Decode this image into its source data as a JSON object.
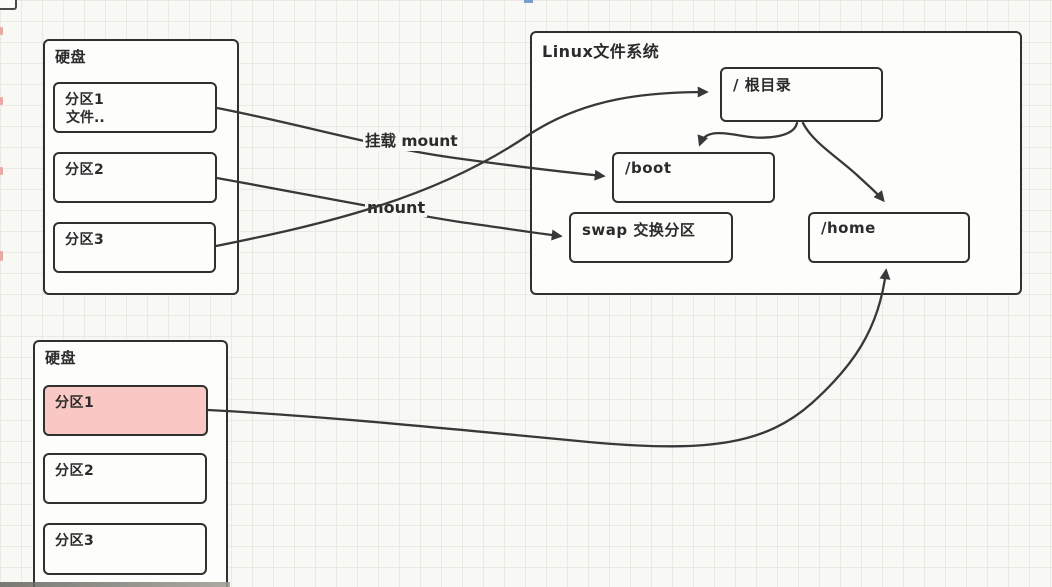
{
  "colors": {
    "canvas_bg": "#f8f8f4",
    "grid_line": "#dedbd6",
    "stroke": "#383838",
    "box_fill": "#fdfdfb",
    "box_border": "#30302e",
    "highlight_fill": "#f9c8c5",
    "text": "#2b2b2b"
  },
  "diagram": {
    "disk1": {
      "title": "硬盘",
      "partitions": [
        {
          "label": "分区1",
          "sublabel": "文件.."
        },
        {
          "label": "分区2",
          "sublabel": ""
        },
        {
          "label": "分区3",
          "sublabel": ""
        }
      ]
    },
    "disk2": {
      "title": "硬盘",
      "partitions": [
        {
          "label": "分区1",
          "highlighted": true
        },
        {
          "label": "分区2",
          "highlighted": false
        },
        {
          "label": "分区3",
          "highlighted": false
        }
      ]
    },
    "filesystem": {
      "title": "Linux文件系统",
      "nodes": {
        "root": {
          "label": "/ 根目录"
        },
        "boot": {
          "label": "/boot"
        },
        "swap": {
          "label": "swap 交换分区"
        },
        "home": {
          "label": "/home"
        }
      }
    },
    "edges": [
      {
        "from": "disk1-partition1",
        "to": "boot",
        "label": "挂载 mount"
      },
      {
        "from": "disk1-partition2",
        "to": "swap",
        "label": "mount"
      },
      {
        "from": "disk1-partition3",
        "to": "root",
        "label": ""
      },
      {
        "from": "root",
        "to": "boot",
        "label": ""
      },
      {
        "from": "root",
        "to": "home",
        "label": ""
      },
      {
        "from": "disk2-partition1",
        "to": "home",
        "label": ""
      }
    ]
  }
}
